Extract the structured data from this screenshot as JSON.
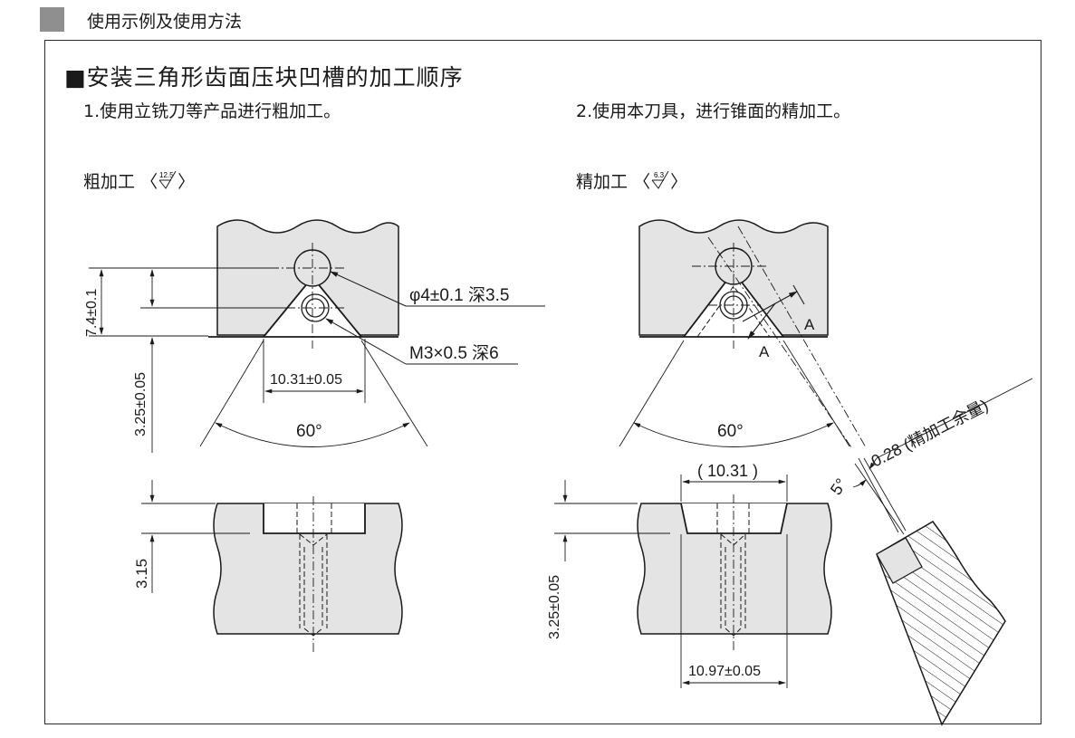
{
  "header": {
    "title": "使用示例及使用方法"
  },
  "section_title": "■安装三角形齿面压块凹槽的加工顺序",
  "steps": [
    {
      "label": "1.使用立铣刀等产品进行粗加工。"
    },
    {
      "label": "2.使用本刀具，进行锥面的精加工。"
    }
  ],
  "modes": [
    {
      "label": "粗加工",
      "roughness": "12.5"
    },
    {
      "label": "精加工",
      "roughness": "6.3"
    }
  ],
  "rough_view": {
    "hole_callout": "φ4±0.1  深3.5",
    "thread_callout": "M3×0.5 深6",
    "height_dim": "7.4±0.1",
    "depth_dim": "3.25±0.05",
    "width_dim": "10.31±0.05",
    "angle": "60°",
    "section_depth": "3.15"
  },
  "finish_view": {
    "section_marker": "A",
    "angle": "60°",
    "top_width": "( 10.31 )",
    "bottom_width": "10.97±0.05",
    "depth_dim": "3.25±0.05",
    "tool_angle": "5°",
    "allowance": "0.28 (精加工余量)"
  },
  "colors": {
    "part_fill": "#e4e4e4",
    "line": "#1a1a1a",
    "header_square": "#8f8f8f"
  }
}
